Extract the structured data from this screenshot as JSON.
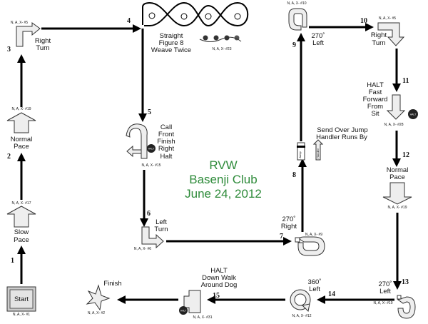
{
  "title": {
    "lines": [
      "RVW",
      "Basenji Club",
      "June 24, 2012"
    ],
    "color": "#2e8b3a"
  },
  "stations": [
    {
      "step": "1",
      "name": [
        "Start"
      ],
      "code": "N, A, X- #1"
    },
    {
      "step": "2",
      "name": [
        "Slow",
        "Pace"
      ],
      "code": "N, A, X- #17"
    },
    {
      "step": "3",
      "name": [
        "Normal",
        "Pace"
      ],
      "code": "N, A, X- #19"
    },
    {
      "step": "4",
      "name": [
        "Right",
        "Turn"
      ],
      "code": "N, A, X- #5"
    },
    {
      "step": "5",
      "name": [
        "Straight",
        "Figure 8",
        "Weave Twice"
      ],
      "code": "N, A, X- #23"
    },
    {
      "step": "6",
      "name": [
        "Call",
        "Front",
        "Finish",
        "Right",
        "Halt"
      ],
      "code": "N, A, X- #15",
      "sign": "HALT"
    },
    {
      "step": "7",
      "name": [
        "Left",
        "Turn"
      ],
      "code": "N, A, X- #6"
    },
    {
      "step": "8",
      "name": [
        "270˚",
        "Right"
      ],
      "code": "N, A, X- #9"
    },
    {
      "step": "9",
      "name": [
        "Send Over Jump",
        "Handler Runs By"
      ],
      "jump_label": "Jump",
      "handler_label": "Handler"
    },
    {
      "step": "10",
      "name": [
        "270˚",
        "Left"
      ],
      "code": "N, A, X- #10"
    },
    {
      "step": "11",
      "name": [
        "Right",
        "Turn"
      ],
      "code": "N, A, X- #5"
    },
    {
      "step": "12",
      "name": [
        "HALT",
        "Fast",
        "Forward",
        "From",
        "Sit"
      ],
      "code": "N, A, X- #28",
      "sign": "HALT"
    },
    {
      "step": "13",
      "name": [
        "Normal",
        "Pace"
      ],
      "code": "N, A, X- #19"
    },
    {
      "step": "14",
      "name": [
        "270˚",
        "Left"
      ],
      "code": "N, A, X- #10"
    },
    {
      "step": "15",
      "name": [
        "360˚",
        "Left"
      ],
      "code": "N, A, X- #12"
    },
    {
      "name": [
        "HALT",
        "Down Walk",
        "Around Dog"
      ],
      "code": "N, A, X- #31",
      "sign": "HALT"
    },
    {
      "name": [
        "Finish"
      ],
      "code": "N, A, X- #2"
    }
  ]
}
